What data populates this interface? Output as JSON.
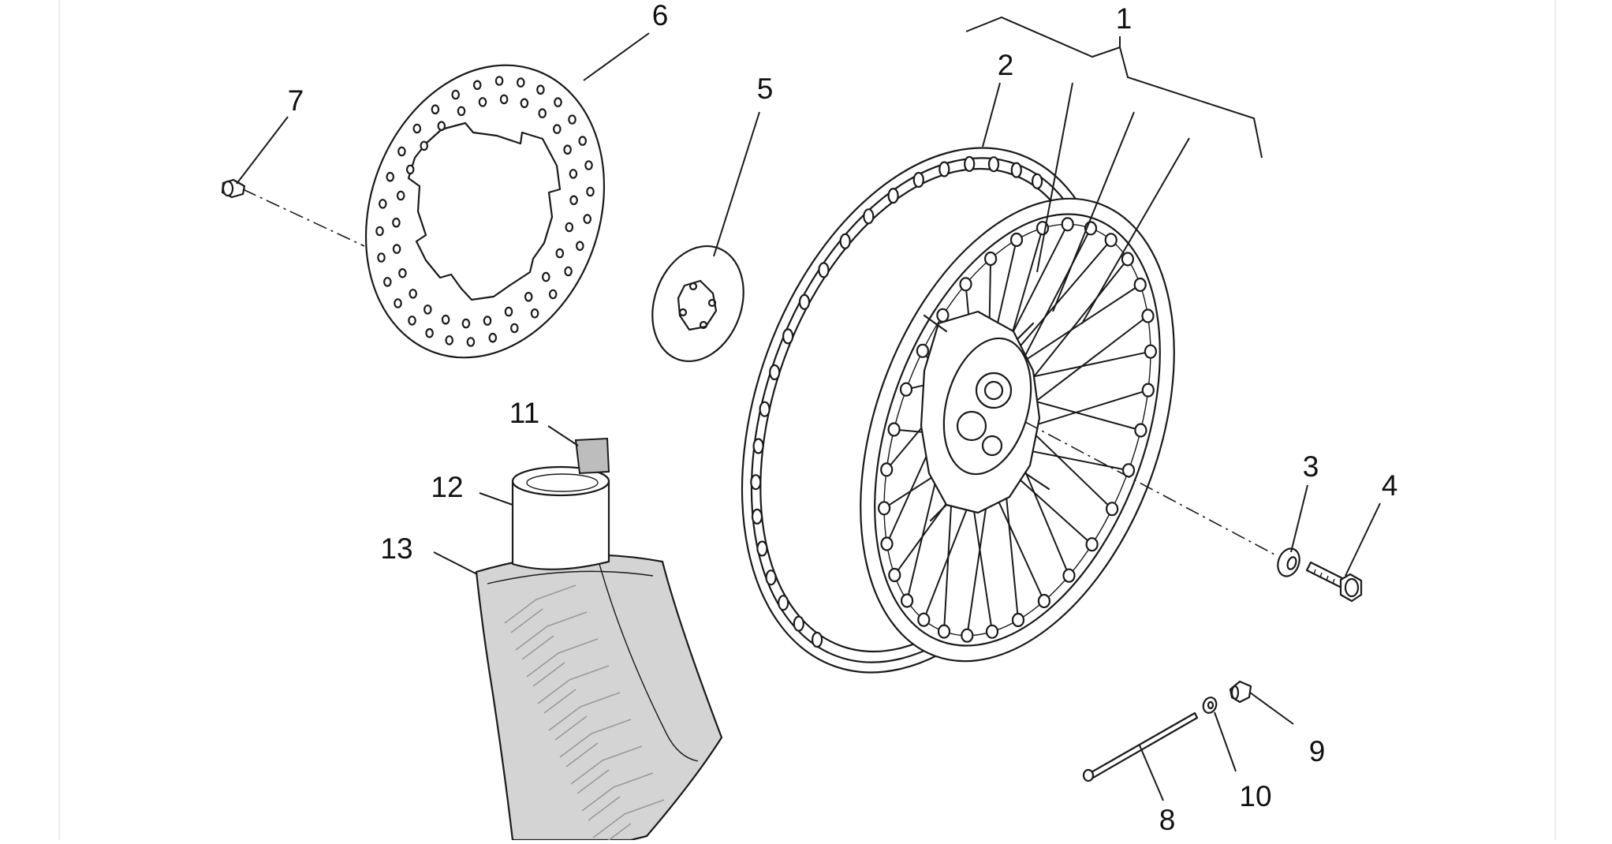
{
  "colors": {
    "line": "#1a1a1a",
    "tire_fill": "#d4d4d4",
    "tire_tread": "#b8b8b8",
    "tape_fill": "#bdbdbd",
    "frame": "#eeeeee"
  },
  "callouts": {
    "wheel_assembly": "1",
    "rim": "2",
    "washer": "3",
    "axle_bolt": "4",
    "hub_plate": "5",
    "brake_disc": "6",
    "disc_screw": "7",
    "valve_rod": "8",
    "valve_cap": "9",
    "valve_washer": "10",
    "rim_tape": "11",
    "inner_tube": "12",
    "tire": "13"
  }
}
